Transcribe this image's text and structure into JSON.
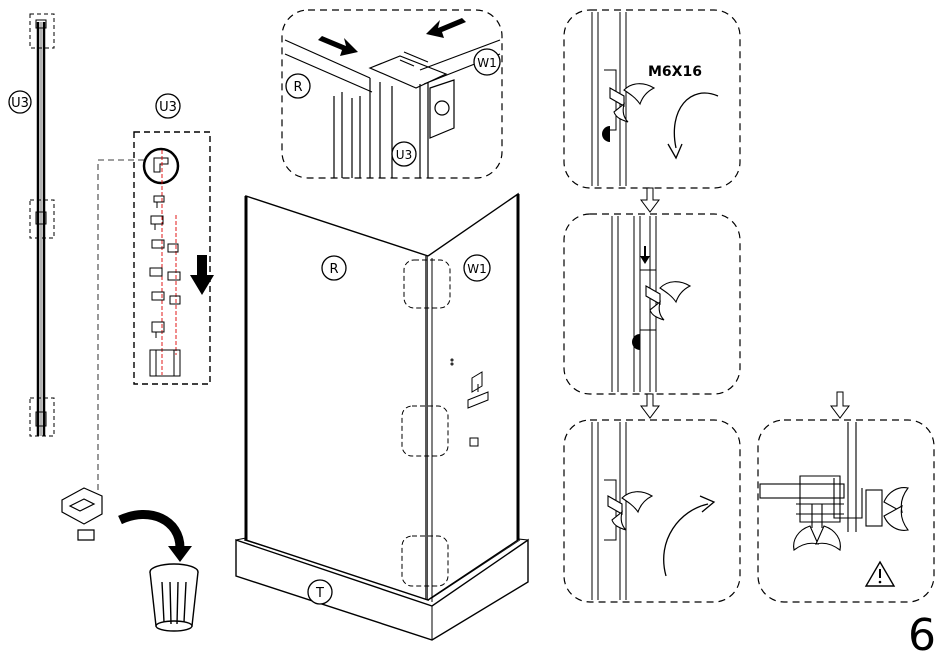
{
  "labels": {
    "u3_rail": "U3",
    "u3_detail": "U3",
    "top_r": "R",
    "top_w1": "W1",
    "top_u3": "U3",
    "main_r": "R",
    "main_w1": "W1",
    "main_t": "T",
    "screw_spec": "M6X16"
  },
  "page_number": "6",
  "icons": [
    "arrow-down-icon",
    "rotate-arrow-icon",
    "discard-arrow-icon",
    "trash-bin-icon",
    "warning-icon"
  ]
}
